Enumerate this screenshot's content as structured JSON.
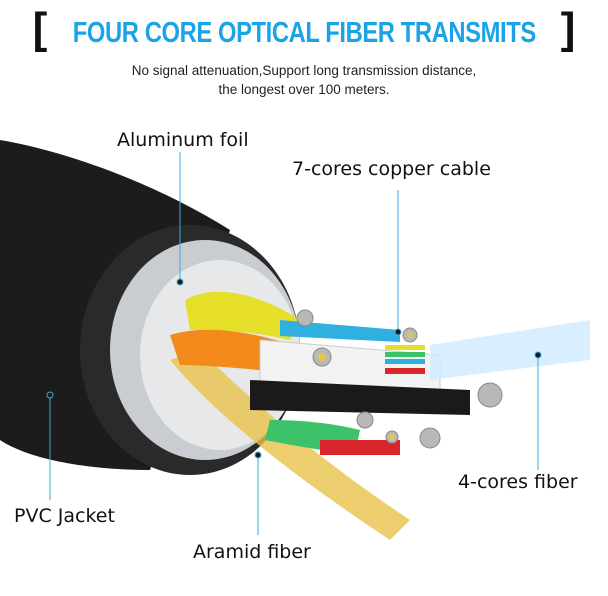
{
  "header": {
    "title": "FOUR CORE OPTICAL FIBER TRANSMITS",
    "subtitle_line1": "No signal attenuation,Support long transmission distance,",
    "subtitle_line2": "the longest over 100 meters."
  },
  "labels": {
    "aluminum": "Aluminum foil",
    "copper": "7-cores copper cable",
    "fiber": "4-cores fiber",
    "pvc": "PVC Jacket",
    "aramid": "Aramid fiber"
  },
  "colors": {
    "accent": "#1aa3e6",
    "leader": "#3fa9e0",
    "jacket": "#1c1c1c"
  }
}
